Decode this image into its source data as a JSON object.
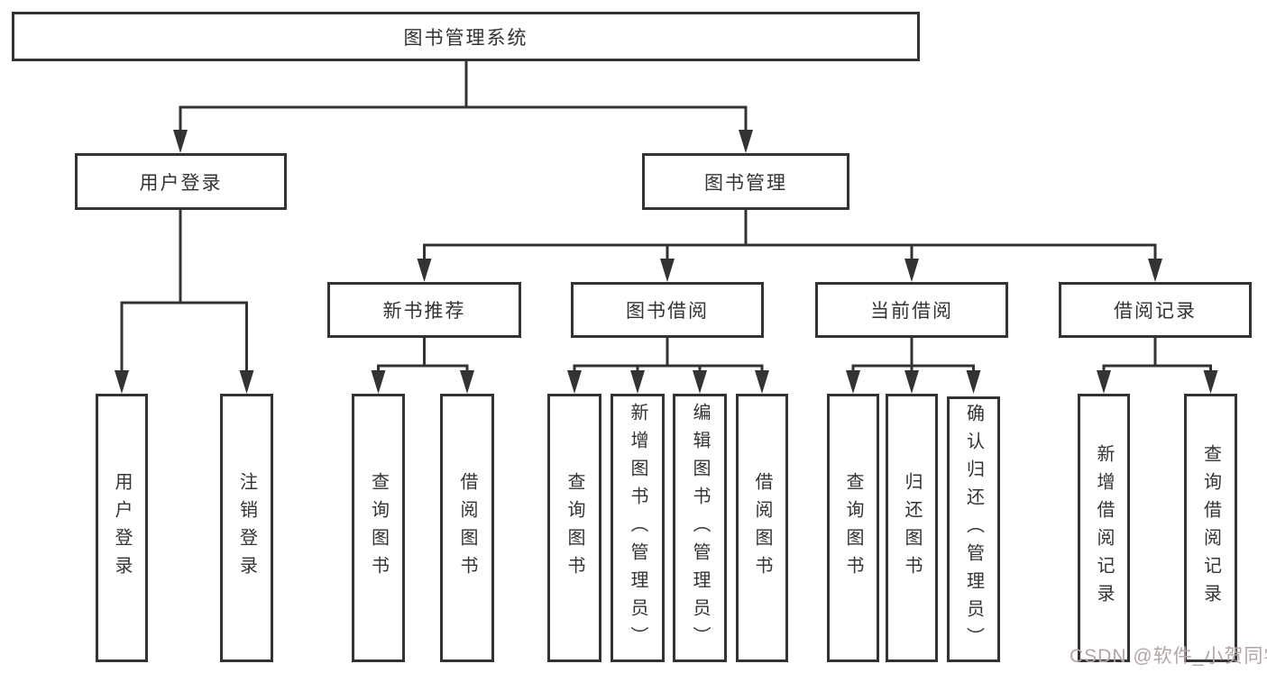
{
  "diagram": {
    "root": {
      "label": "图书管理系统"
    },
    "level2": [
      {
        "label": "用户登录"
      },
      {
        "label": "图书管理"
      }
    ],
    "level3": [
      {
        "label": "新书推荐"
      },
      {
        "label": "图书借阅"
      },
      {
        "label": "当前借阅"
      },
      {
        "label": "借阅记录"
      }
    ],
    "leaves": {
      "login": [
        "用户登录",
        "注销登录"
      ],
      "recommend": [
        "查询图书",
        "借阅图书"
      ],
      "borrow": [
        "查询图书",
        "新增图书（管理员）",
        "编辑图书（管理员）",
        "借阅图书"
      ],
      "current": [
        "查询图书",
        "归还图书",
        "确认归还（管理员）"
      ],
      "records": [
        "新增借阅记录",
        "查询借阅记录"
      ]
    }
  },
  "watermark": {
    "text": "CSDN @软件_小贺同学"
  },
  "colors": {
    "line": "#333333",
    "box_border": "#333333",
    "text": "#333333",
    "watermark": "#b3a5a5",
    "background": "#ffffff"
  }
}
